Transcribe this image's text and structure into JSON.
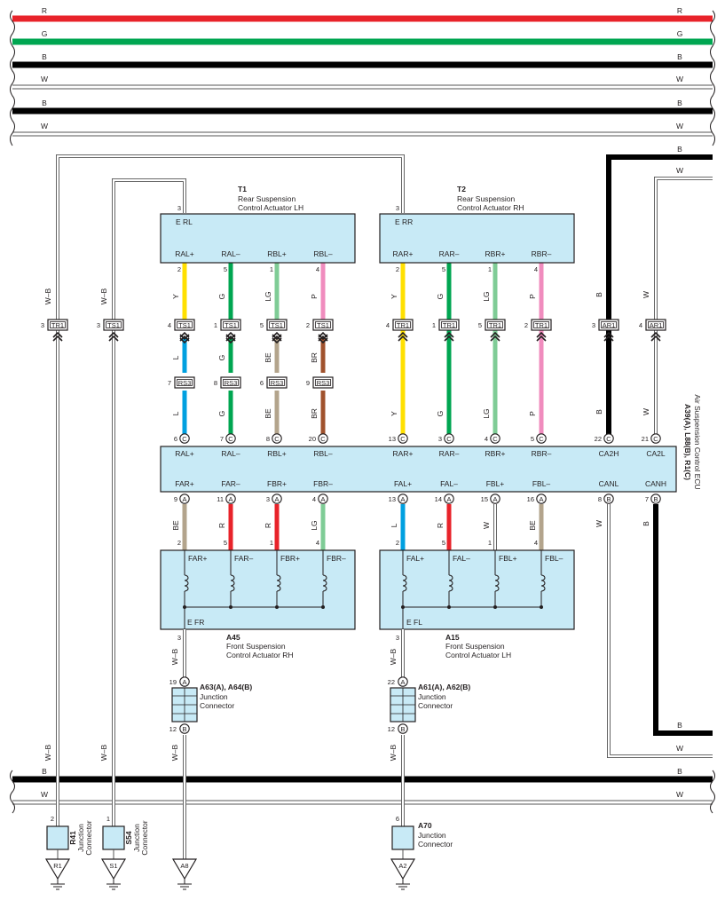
{
  "bus_wires": [
    {
      "color": "R"
    },
    {
      "color": "G"
    },
    {
      "color": "B"
    },
    {
      "color": "W"
    },
    {
      "color": "B"
    },
    {
      "color": "W"
    }
  ],
  "ecu": {
    "code": "A39(A), L88(B), R1(C)",
    "name": "Air Suspension Control ECU",
    "top_pins": [
      {
        "name": "RAL+",
        "no": "6",
        "conn": "C"
      },
      {
        "name": "RAL–",
        "no": "7",
        "conn": "C"
      },
      {
        "name": "RBL+",
        "no": "8",
        "conn": "C"
      },
      {
        "name": "RBL–",
        "no": "20",
        "conn": "C"
      },
      {
        "name": "RAR+",
        "no": "13",
        "conn": "C"
      },
      {
        "name": "RAR–",
        "no": "3",
        "conn": "C"
      },
      {
        "name": "RBR+",
        "no": "4",
        "conn": "C"
      },
      {
        "name": "RBR–",
        "no": "5",
        "conn": "C"
      },
      {
        "name": "CA2H",
        "no": "22",
        "conn": "C"
      },
      {
        "name": "CA2L",
        "no": "21",
        "conn": "C"
      }
    ],
    "bottom_pins": [
      {
        "name": "FAR+",
        "no": "9",
        "conn": "A"
      },
      {
        "name": "FAR–",
        "no": "11",
        "conn": "A"
      },
      {
        "name": "FBR+",
        "no": "3",
        "conn": "A"
      },
      {
        "name": "FBR–",
        "no": "4",
        "conn": "A"
      },
      {
        "name": "FAL+",
        "no": "13",
        "conn": "A"
      },
      {
        "name": "FAL–",
        "no": "14",
        "conn": "A"
      },
      {
        "name": "FBL+",
        "no": "15",
        "conn": "A"
      },
      {
        "name": "FBL–",
        "no": "16",
        "conn": "A"
      },
      {
        "name": "CANL",
        "no": "8",
        "conn": "B"
      },
      {
        "name": "CANH",
        "no": "7",
        "conn": "B"
      }
    ]
  },
  "actuators": {
    "t1": {
      "code": "T1",
      "name1": "Rear Suspension",
      "name2": "Control Actuator LH",
      "ground": "E RL",
      "ground_pin": "3",
      "pins": [
        {
          "name": "RAL+",
          "no": "2"
        },
        {
          "name": "RAL–",
          "no": "5"
        },
        {
          "name": "RBL+",
          "no": "1"
        },
        {
          "name": "RBL–",
          "no": "4"
        }
      ]
    },
    "t2": {
      "code": "T2",
      "name1": "Rear Suspension",
      "name2": "Control Actuator RH",
      "ground": "E RR",
      "ground_pin": "3",
      "pins": [
        {
          "name": "RAR+",
          "no": "2"
        },
        {
          "name": "RAR–",
          "no": "5"
        },
        {
          "name": "RBR+",
          "no": "1"
        },
        {
          "name": "RBR–",
          "no": "4"
        }
      ]
    },
    "a45": {
      "code": "A45",
      "name1": "Front Suspension",
      "name2": "Control Actuator RH",
      "ground": "E FR",
      "ground_pin": "3",
      "pins": [
        {
          "name": "FAR+",
          "no": "2"
        },
        {
          "name": "FAR–",
          "no": "5"
        },
        {
          "name": "FBR+",
          "no": "1"
        },
        {
          "name": "FBR–",
          "no": "4"
        }
      ]
    },
    "a15": {
      "code": "A15",
      "name1": "Front Suspension",
      "name2": "Control Actuator LH",
      "ground": "E FL",
      "ground_pin": "3",
      "pins": [
        {
          "name": "FAL+",
          "no": "2"
        },
        {
          "name": "FAL–",
          "no": "5"
        },
        {
          "name": "FBL+",
          "no": "1"
        },
        {
          "name": "FBL–",
          "no": "4"
        }
      ]
    }
  },
  "wire_colors": {
    "rear_lh_upper": [
      "Y",
      "G",
      "LG",
      "P"
    ],
    "rear_lh_lower": [
      "L",
      "G",
      "BE",
      "BR"
    ],
    "rear_rh": [
      "Y",
      "G",
      "LG",
      "P"
    ],
    "front_rh": [
      "BE",
      "R",
      "R",
      "LG"
    ],
    "front_lh": [
      "L",
      "R",
      "W",
      "BE"
    ],
    "can_high": "B",
    "can_low": "W",
    "ground": "W–B"
  },
  "inline_connectors": {
    "ts1": {
      "label": "TS1",
      "pins": [
        "4",
        "1",
        "5",
        "2"
      ]
    },
    "rs3": {
      "label": "RS3",
      "pins": [
        "7",
        "8",
        "6",
        "9"
      ]
    },
    "tr1_rh": {
      "label": "TR1",
      "pins": [
        "4",
        "1",
        "5",
        "2"
      ]
    },
    "ar1": {
      "label": "AR1",
      "pins": [
        "3",
        "4"
      ]
    },
    "tr1_ground": {
      "label": "TR1",
      "pin": "3"
    },
    "ts1_ground": {
      "label": "TS1",
      "pin": "3"
    }
  },
  "junctions": {
    "j_rh": {
      "code": "A63(A), A64(B)",
      "line1": "Junction",
      "line2": "Connector",
      "pin_in": "19",
      "conn_in": "A",
      "pin_out": "12",
      "conn_out": "B"
    },
    "j_lh": {
      "code": "A61(A), A62(B)",
      "line1": "Junction",
      "line2": "Connector",
      "pin_in": "22",
      "conn_in": "A",
      "pin_out": "12",
      "conn_out": "B"
    },
    "r41": {
      "code": "R41",
      "line1": "Junction",
      "line2": "Connector",
      "pin": "2"
    },
    "s54": {
      "code": "S54",
      "line1": "Junction",
      "line2": "Connector",
      "pin": "1"
    },
    "a70": {
      "code": "A70",
      "line1": "Junction",
      "line2": "Connector",
      "pin": "6"
    }
  },
  "grounds": [
    "R1",
    "S1",
    "A8",
    "A2"
  ],
  "colors": {
    "R": "#e8232a",
    "G": "#00a651",
    "B": "#000000",
    "W": "#ffffff",
    "Y": "#ffe000",
    "LG": "#7fcc96",
    "P": "#f08cbe",
    "L": "#00a0e0",
    "BE": "#b3a48c",
    "BR": "#a0522d",
    "box_fill": "#c8eaf6"
  }
}
